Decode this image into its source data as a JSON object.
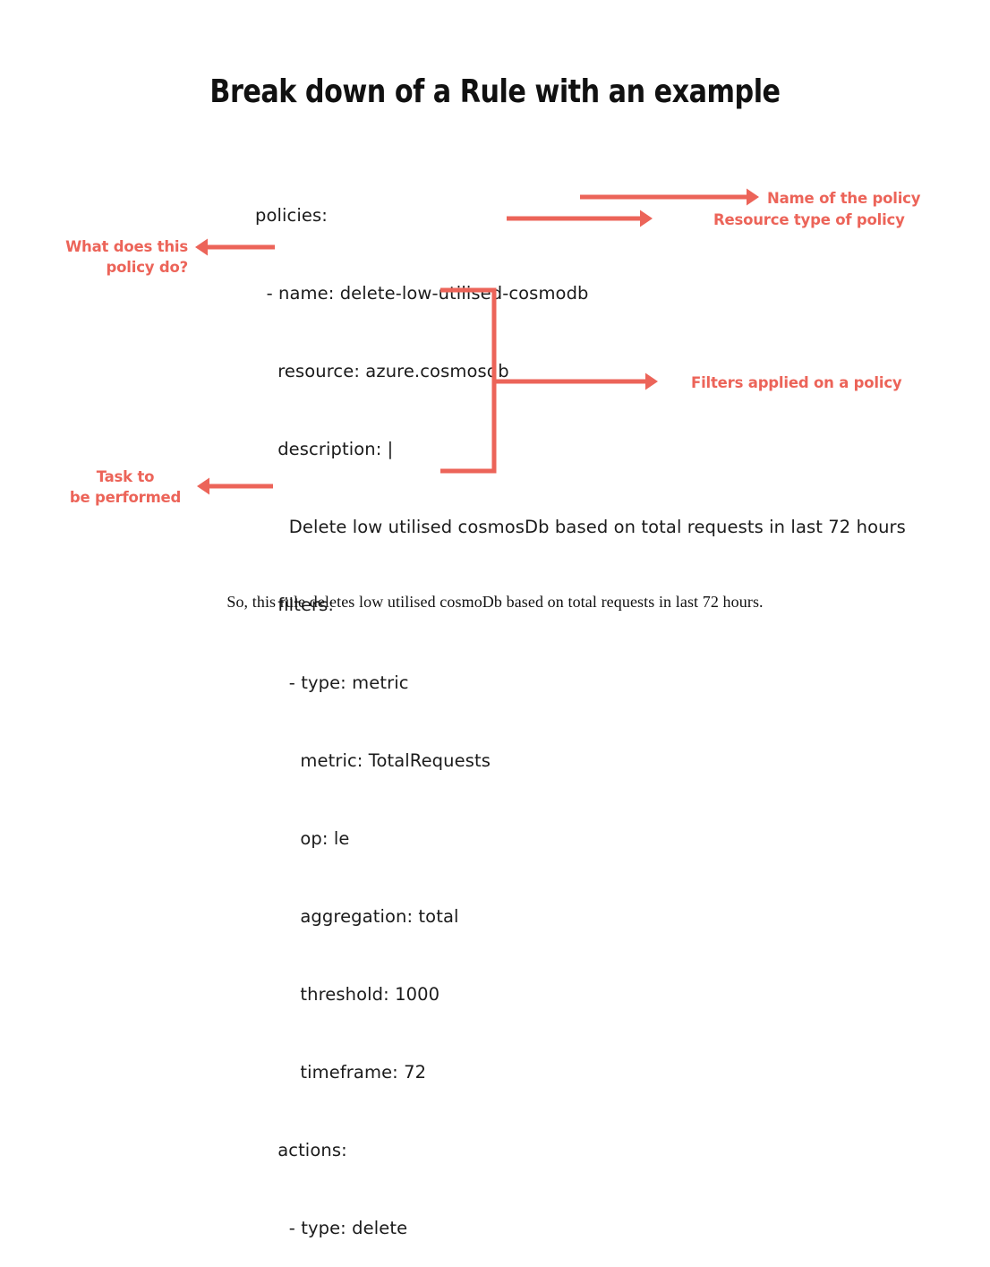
{
  "title": "Break down of a Rule with an example",
  "accent_color": "#ec6459",
  "text_color": "#1b1b1b",
  "background_color": "#ffffff",
  "code_block": {
    "language": "yaml",
    "lines": [
      "policies:",
      "  - name: delete-low-utilised-cosmodb",
      "    resource: azure.cosmosdb",
      "    description: |",
      "      Delete low utilised cosmosDb based on total requests in last 72 hours",
      "    filters:",
      "      - type: metric",
      "        metric: TotalRequests",
      "        op: le",
      "        aggregation: total",
      "        threshold: 1000",
      "        timeframe: 72",
      "    actions:",
      "      - type: delete"
    ]
  },
  "annotations": {
    "name_of_policy": "Name of the policy",
    "resource_type": "Resource type of policy",
    "filters_applied": "Filters applied on a policy",
    "what_does_policy_do": "What does this\npolicy do?",
    "task_to_be_performed": "Task to\nbe performed"
  },
  "footer": "So, this rule deletes low utilised cosmoDb based on total requests in last 72 hours."
}
